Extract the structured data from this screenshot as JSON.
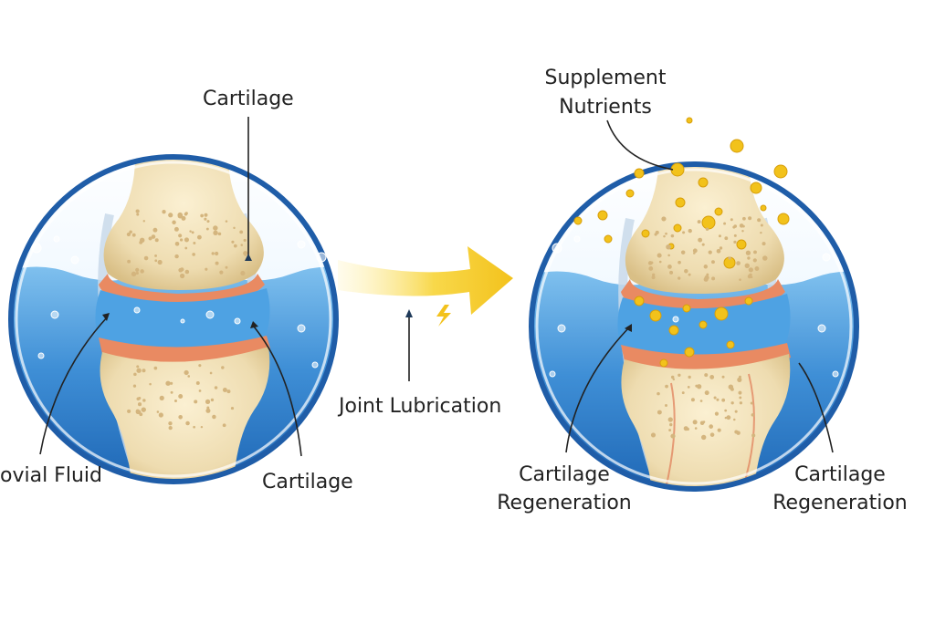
{
  "colors": {
    "background": "#ffffff",
    "bone": "#eedcb0",
    "bone_pore": "#d4b57e",
    "cartilage": "#e98a62",
    "synovial_fluid": "#3f8fd6",
    "water_dark": "#1f6fbf",
    "nutrient": "#f2c21b",
    "arrow": "#f6c928",
    "line": "#222222"
  },
  "left_panel": {
    "label_cartilage_top": "Cartilage",
    "label_synovial_fluid": "ovial Fluid",
    "label_cartilage_bottom": "Cartilage"
  },
  "center": {
    "label_joint_lubrication": "Joint Lubrication",
    "arrow_icon": "right-arrow-icon",
    "spark_icon": "lightning-icon"
  },
  "right_panel": {
    "label_supplement_line1": "Supplement",
    "label_supplement_line2": "Nutrients",
    "label_regen_left_line1": "Cartilage",
    "label_regen_left_line2": "Regeneration",
    "label_regen_right_line1": "Cartilage",
    "label_regen_right_line2": "Regeneration"
  }
}
